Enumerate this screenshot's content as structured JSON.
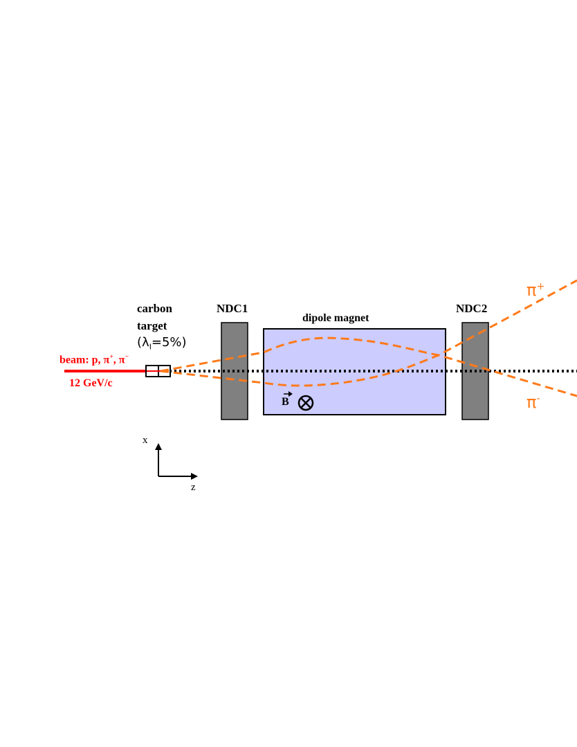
{
  "target": {
    "line1": "carbon",
    "line2": "target",
    "lambda_sym": "λ",
    "lambda_sub": "I",
    "lambda_value": "=5%"
  },
  "beam": {
    "prefix": "beam: p, π",
    "plus_sup": "+",
    "sep": ", π",
    "minus_sup": "−",
    "momentum": "12 GeV/c"
  },
  "detectors": {
    "ndc1": "NDC1",
    "ndc2": "NDC2",
    "magnet": "dipole magnet"
  },
  "field": {
    "vector_letter": "B",
    "into_page_symbol": "⊗"
  },
  "tracks": {
    "pi_plus": "π",
    "pi_plus_sup": "+",
    "pi_minus": "π",
    "pi_minus_sup": "-"
  },
  "axes": {
    "x": "x",
    "z": "z"
  },
  "colors": {
    "beam": "#ff0000",
    "tracks": "#ff7a1a",
    "ndc_fill": "#808080",
    "magnet_fill": "#ccccff"
  }
}
